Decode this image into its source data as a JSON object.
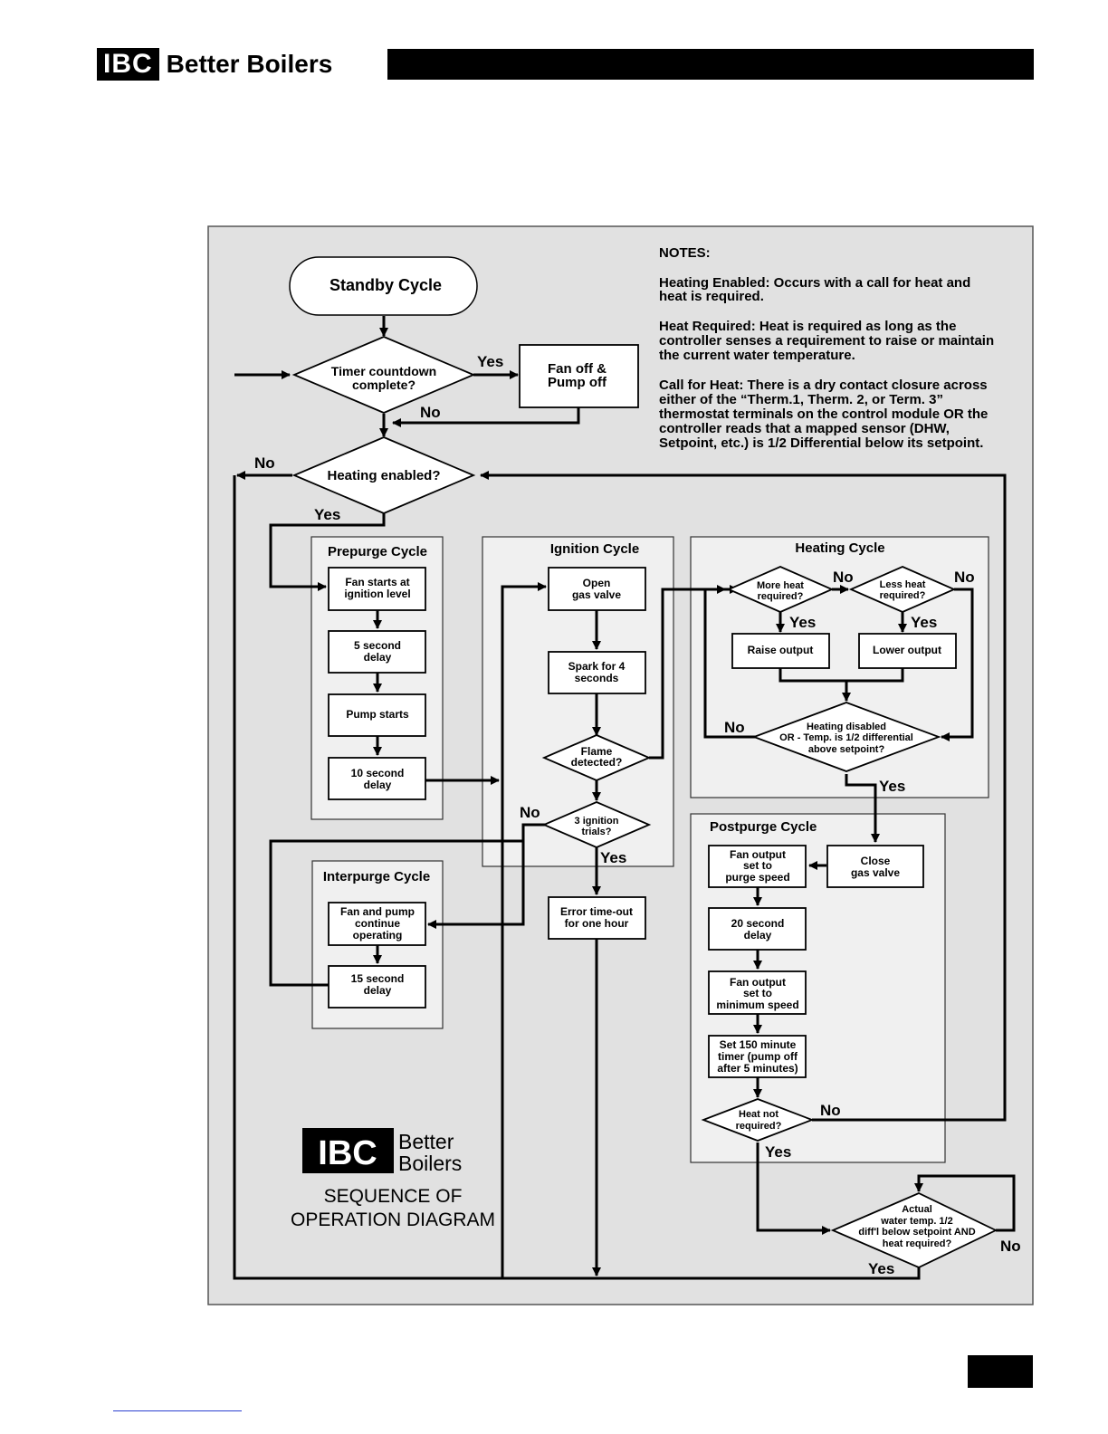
{
  "header": {
    "logo": "IBC",
    "brand": "Better Boilers"
  },
  "diagram": {
    "notes_title": "NOTES:",
    "notes": [
      [
        "Heating Enabled: Occurs with a call for heat and",
        "heat is required."
      ],
      [
        "Heat Required: Heat is required as long as the",
        "controller senses a requirement to raise or maintain",
        "the current water temperature."
      ],
      [
        "Call for Heat: There is a dry contact closure across",
        "either of the “Therm.1, Therm. 2, or Term. 3”",
        "thermostat terminals on the control module OR the",
        "controller reads that a mapped sensor (DHW,",
        "Setpoint, etc.) is 1/2 Differential below its setpoint."
      ]
    ],
    "standby": "Standby Cycle",
    "timer": [
      "Timer countdown",
      "complete?"
    ],
    "fan_pump_off": [
      "Fan off &",
      "Pump off"
    ],
    "heating_enabled": "Heating enabled?",
    "prepurge": {
      "title": "Prepurge Cycle",
      "steps": [
        [
          "Fan starts at",
          "ignition level"
        ],
        [
          "5 second",
          "delay"
        ],
        [
          "Pump starts"
        ],
        [
          "10 second",
          "delay"
        ]
      ]
    },
    "ignition": {
      "title": "Ignition Cycle",
      "open": [
        "Open",
        "gas valve"
      ],
      "spark": [
        "Spark for 4",
        "seconds"
      ],
      "flame": [
        "Flame",
        "detected?"
      ],
      "trials": [
        "3 ignition",
        "trials?"
      ],
      "error": [
        "Error time-out",
        "for one hour"
      ]
    },
    "heating": {
      "title": "Heating Cycle",
      "more": [
        "More heat",
        "required?"
      ],
      "less": [
        "Less heat",
        "required?"
      ],
      "raise": "Raise output",
      "lower": "Lower output",
      "disabled": [
        "Heating disabled",
        "OR - Temp. is 1/2 differential",
        "above setpoint?"
      ]
    },
    "interpurge": {
      "title": "Interpurge Cycle",
      "steps": [
        [
          "Fan and pump",
          "continue",
          "operating"
        ],
        [
          "15 second",
          "delay"
        ]
      ]
    },
    "postpurge": {
      "title": "Postpurge Cycle",
      "close": [
        "Close",
        "gas valve"
      ],
      "steps": [
        [
          "Fan output",
          "set to",
          "purge speed"
        ],
        [
          "20 second",
          "delay"
        ],
        [
          "Fan output",
          "set to",
          "minimum speed"
        ],
        [
          "Set 150 minute",
          "timer (pump off",
          "after 5 minutes)"
        ]
      ],
      "heat_not": [
        "Heat not",
        "required?"
      ]
    },
    "actual": [
      "Actual",
      "water temp. 1/2",
      "diff'l below setpoint AND",
      "heat required?"
    ],
    "labels": {
      "yes": "Yes",
      "no": "No"
    },
    "footer_logo": {
      "box": "IBC",
      "line1": "Better",
      "line2": "Boilers"
    },
    "footer_title": [
      "SEQUENCE OF",
      "OPERATION DIAGRAM"
    ],
    "colors": {
      "panel": "#e1e1e1",
      "box_panel": "#f0f0f0",
      "node": "#ffffff",
      "ink": "#000000"
    }
  }
}
